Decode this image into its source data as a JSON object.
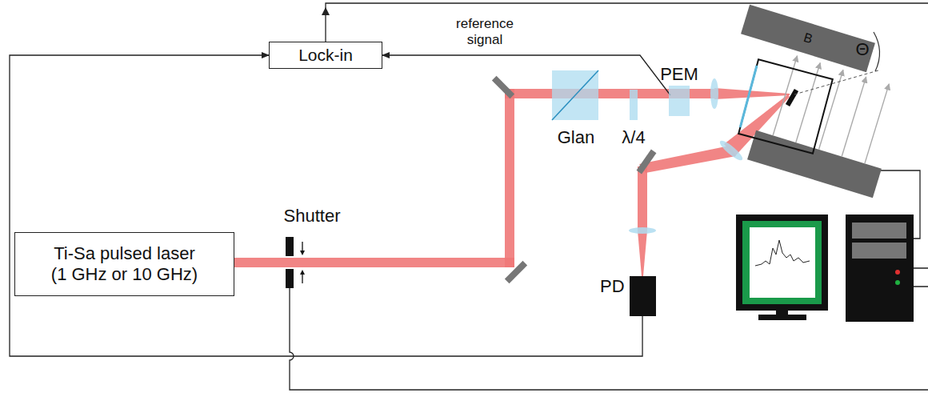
{
  "diagram": {
    "nodes": [
      {
        "text": [
          "Lock-in"
        ]
      },
      {
        "text": [
          "PEM"
        ]
      },
      {
        "text": [
          "B"
        ]
      },
      {
        "text": [
          "Ti-Sa pulsed laser (1 GHz or 10 GHz)"
        ]
      },
      {
        "text": [
          "PD"
        ]
      }
    ],
    "edges": [
      {
        "from": 1,
        "to": 0,
        "label": "reference signal",
        "arrow": "to"
      },
      {
        "from": 4,
        "to": 0,
        "arrow": "to"
      }
    ],
    "labels": [
      "Shutter",
      "Glan",
      "λ/4",
      "Θ"
    ]
  }
}
